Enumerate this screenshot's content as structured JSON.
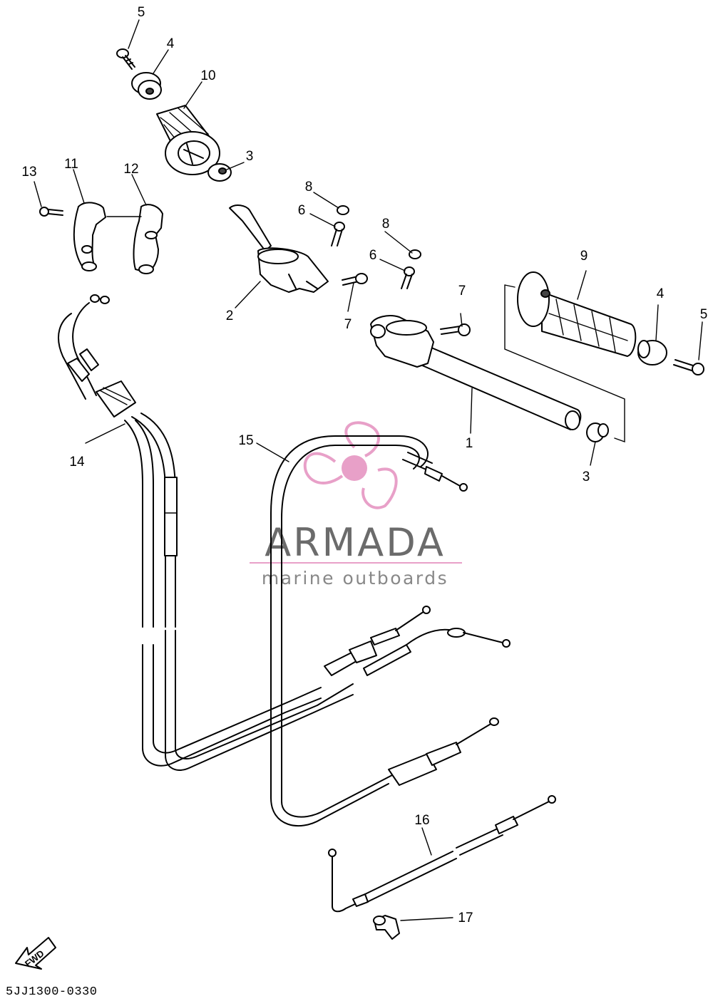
{
  "part_numbers": [
    "1",
    "2",
    "3",
    "3",
    "4",
    "4",
    "5",
    "5",
    "6",
    "6",
    "7",
    "7",
    "8",
    "8",
    "9",
    "10",
    "11",
    "12",
    "13",
    "14",
    "15",
    "16",
    "17"
  ],
  "callouts": {
    "n1": "1",
    "n2": "2",
    "n3a": "3",
    "n3b": "3",
    "n4a": "4",
    "n4b": "4",
    "n5a": "5",
    "n5b": "5",
    "n6a": "6",
    "n6b": "6",
    "n7a": "7",
    "n7b": "7",
    "n8a": "8",
    "n8b": "8",
    "n9": "9",
    "n10": "10",
    "n11": "11",
    "n12": "12",
    "n13": "13",
    "n14": "14",
    "n15": "15",
    "n16": "16",
    "n17": "17"
  },
  "fwd_label": "FWD",
  "diagram_code": "5JJ1300-0330",
  "watermark": {
    "brand": "ARMADA",
    "tagline": "marine outboards",
    "accent_color": "#e8a0c8",
    "text_color": "#6b6b6b"
  }
}
